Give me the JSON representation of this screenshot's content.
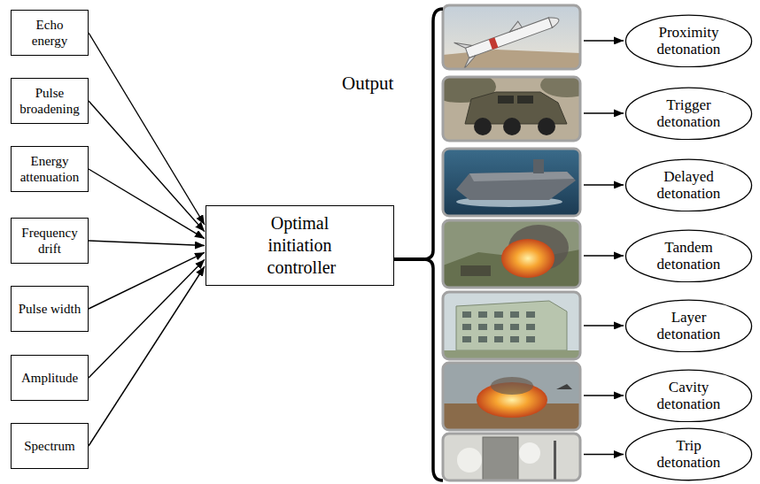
{
  "diagram": {
    "nodes": [
      {
        "text": [
          "Echo energy"
        ]
      },
      {
        "text": [
          "Pulse broadening"
        ]
      },
      {
        "text": [
          "Energy attenuation"
        ]
      },
      {
        "text": [
          "Frequency drift"
        ]
      },
      {
        "text": [
          "Pulse width"
        ]
      },
      {
        "text": [
          "Amplitude"
        ]
      },
      {
        "text": [
          "Spectrum"
        ]
      },
      {
        "text": [
          "Optimal initiation controller"
        ]
      },
      {
        "text": [
          "Proximity detonation"
        ]
      },
      {
        "text": [
          "Trigger detonation"
        ]
      },
      {
        "text": [
          "Delayed detonation"
        ]
      },
      {
        "text": [
          "Tandem detonation"
        ]
      },
      {
        "text": [
          "Layer detonation"
        ]
      },
      {
        "text": [
          "Cavity detonation"
        ]
      },
      {
        "text": [
          "Trip detonation"
        ]
      }
    ],
    "edges": [
      {
        "from": 0,
        "to": 7,
        "arrow": "to"
      },
      {
        "from": 1,
        "to": 7,
        "arrow": "to"
      },
      {
        "from": 2,
        "to": 7,
        "arrow": "to"
      },
      {
        "from": 3,
        "to": 7,
        "arrow": "to"
      },
      {
        "from": 4,
        "to": 7,
        "arrow": "to"
      },
      {
        "from": 5,
        "to": 7,
        "arrow": "to"
      },
      {
        "from": 6,
        "to": 7,
        "arrow": "to"
      },
      {
        "from": 7,
        "to": 8,
        "arrow": "to"
      },
      {
        "from": 7,
        "to": 9,
        "arrow": "to"
      },
      {
        "from": 7,
        "to": 10,
        "arrow": "to"
      },
      {
        "from": 7,
        "to": 11,
        "arrow": "to"
      },
      {
        "from": 7,
        "to": 12,
        "arrow": "to"
      },
      {
        "from": 7,
        "to": 13,
        "arrow": "to"
      },
      {
        "from": 7,
        "to": 14,
        "arrow": "to"
      }
    ],
    "labels": [
      "Output"
    ]
  }
}
